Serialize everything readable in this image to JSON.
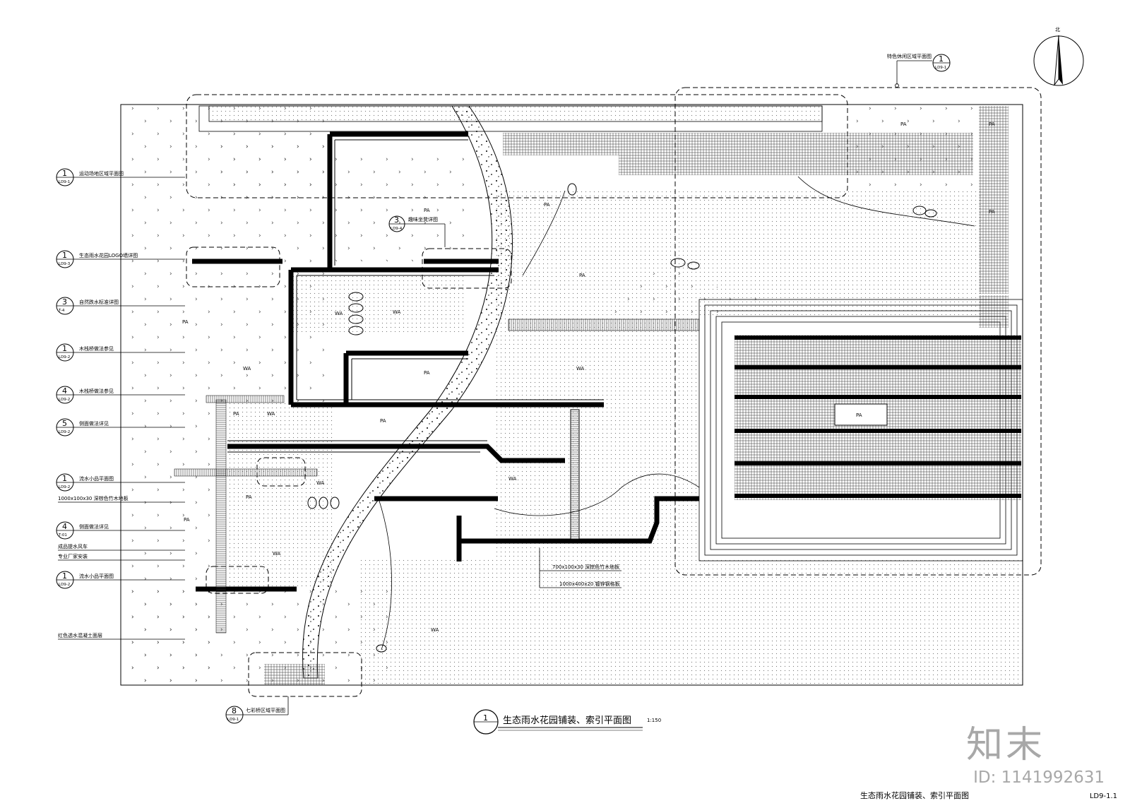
{
  "drawing": {
    "title": "生态雨水花园铺装、索引平面图",
    "scale": "1:150",
    "detail_number": "1",
    "north_label": "北",
    "sheet_title": "生态雨水花园铺装、索引平面图",
    "sheet_number": "LD9-1.1"
  },
  "callouts_left": [
    {
      "num": "1",
      "sheet": "LD9-1",
      "text": "运动场地区域平面图"
    },
    {
      "num": "1",
      "sheet": "LD9-3",
      "text": "生态雨水花园LOGO墙详图"
    },
    {
      "num": "3",
      "sheet": "T-4",
      "text": "自然跌水标准详图"
    },
    {
      "num": "1",
      "sheet": "LD9-2",
      "text": "木栈桥做法参见"
    },
    {
      "num": "4",
      "sheet": "LD9-2",
      "text": "木栈桥做法参见"
    },
    {
      "num": "5",
      "sheet": "LD9-2",
      "text": "侧面做法详见"
    },
    {
      "num": "1",
      "sheet": "LD9-2",
      "text": "流水小品平面图"
    },
    {
      "num": "",
      "sheet": "",
      "text": "1000x100x30 深棕色竹木地板"
    },
    {
      "num": "4",
      "sheet": "T-01",
      "text": "侧面做法详见"
    },
    {
      "num": "",
      "sheet": "",
      "text": "成品提水风车"
    },
    {
      "num": "",
      "sheet": "",
      "text": "专业厂家安装"
    },
    {
      "num": "1",
      "sheet": "LD9-2",
      "text": "流水小品平面图"
    },
    {
      "num": "",
      "sheet": "",
      "text": "红色透水混凝土面层"
    }
  ],
  "callout_top": {
    "num": "1",
    "sheet": "LD9-1",
    "text": "特色休闲区域平面图"
  },
  "callout_bottom": {
    "num": "8",
    "sheet": "LD9-1",
    "text": "七彩桥区域平面图"
  },
  "callout_inner": {
    "num": "3",
    "sheet": "LD9-4",
    "text": "趣味坐凳详图"
  },
  "material_notes": [
    "700x100x30 深棕色竹木地板",
    "1000x400x20 镀锌钢格板"
  ],
  "zone_labels": {
    "pa": "PA",
    "wa": "WA"
  },
  "watermark": {
    "logo": "知末",
    "id": "ID: 1141992631"
  }
}
